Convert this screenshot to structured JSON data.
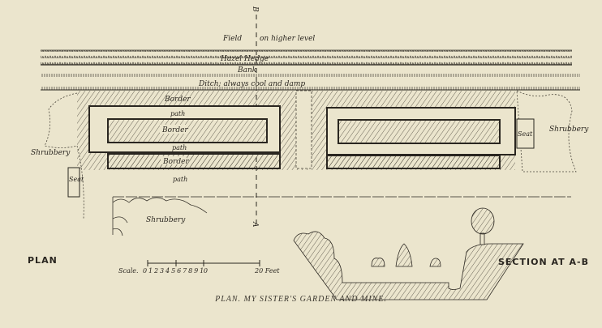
{
  "diagram": {
    "labels": {
      "section_marker_top": "B",
      "section_marker_bottom": "A",
      "field": "Field",
      "field_level": "on higher level",
      "hedge": "Hazel Hedge",
      "bank": "Bank",
      "ditch": "Ditch; always cool and damp",
      "border_top": "Border",
      "path_1": "path",
      "border_middle": "Border",
      "path_2": "path",
      "border_lower": "Border",
      "path_bottom": "path",
      "shrubbery_left": "Shrubbery",
      "seat_left": "Seat",
      "seat_right": "Seat",
      "shrubbery_right": "Shrubbery",
      "shrubbery_bottom": "Shrubbery"
    },
    "plan_label": "PLAN",
    "section_label": "SECTION AT A-B",
    "scale": {
      "prefix": "Scale.",
      "ticks": "0 1 2 3 4 5 6 7 8 9 10",
      "end": "20 Feet"
    },
    "caption": "PLAN.  MY SISTER'S GARDEN AND MINE."
  },
  "colors": {
    "paper": "#ebe5cd",
    "ink": "#2a2620"
  }
}
